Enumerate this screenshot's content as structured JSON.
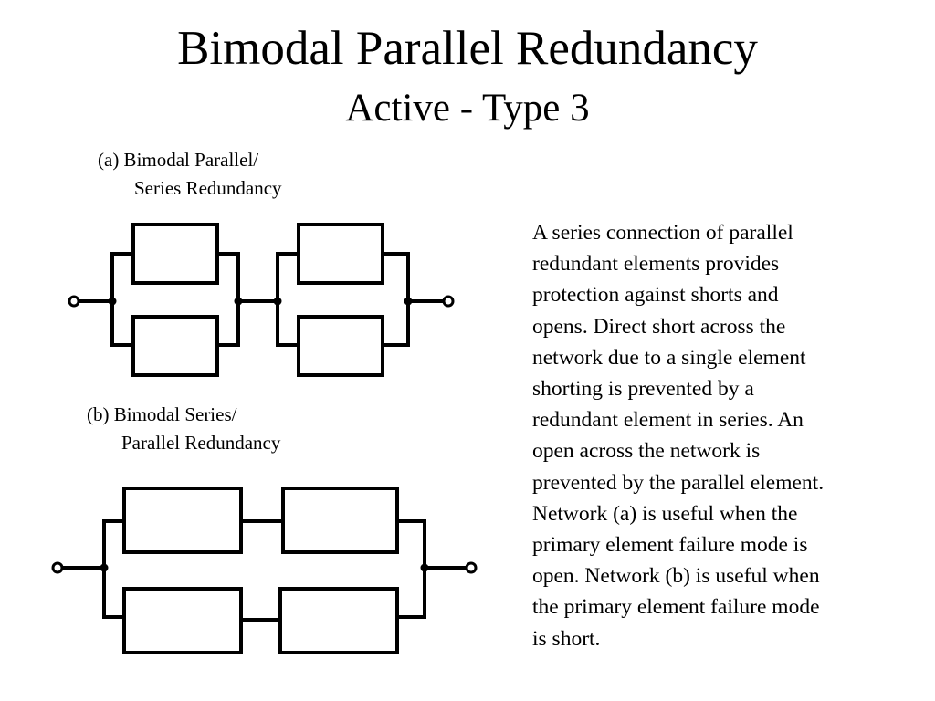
{
  "slide": {
    "title": "Bimodal Parallel Redundancy",
    "subtitle": "Active - Type 3"
  },
  "network_a": {
    "caption_line1": "(a) Bimodal Parallel/",
    "caption_line2": "Series Redundancy"
  },
  "network_b": {
    "caption_line1": "(b) Bimodal Series/",
    "caption_line2": "Parallel Redundancy"
  },
  "description": {
    "lines": [
      "A series connection of parallel",
      "redundant elements provides",
      "protection against shorts and",
      "opens.  Direct short across the",
      "network due to a single element",
      "shorting is prevented by a",
      "redundant element in series.  An",
      "open across the network is",
      "prevented by the parallel element.",
      "Network (a) is useful when the",
      "primary element failure mode is",
      "open.  Network (b) is useful when",
      "the primary element failure mode",
      "is short."
    ]
  }
}
